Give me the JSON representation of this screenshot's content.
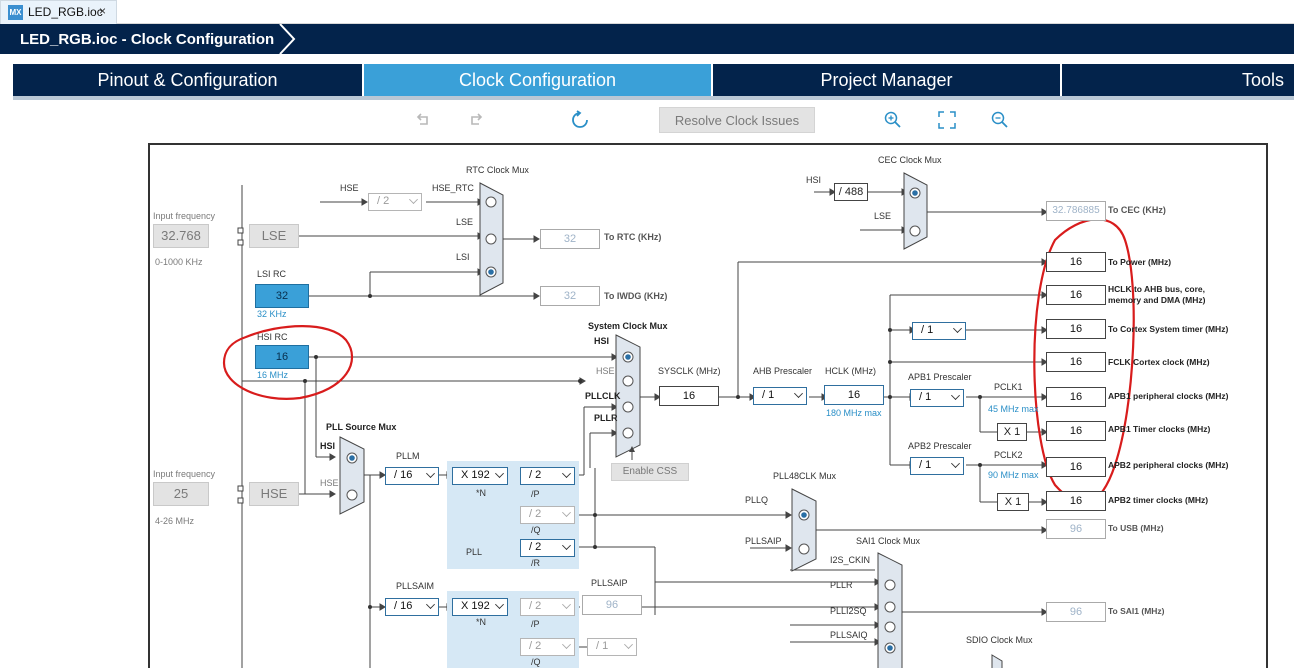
{
  "file_tab": {
    "logo": "MX",
    "label": "LED_RGB.ioc",
    "close": "×"
  },
  "title_bar": {
    "title": "LED_RGB.ioc - Clock Configuration"
  },
  "nav_tabs": [
    "Pinout & Configuration",
    "Clock Configuration",
    "Project Manager",
    "Tools"
  ],
  "toolbar": {
    "undo": "undo-icon",
    "redo": "redo-icon",
    "refresh": "refresh-icon",
    "resolve": "Resolve Clock Issues",
    "zoom_in": "zoom-in-icon",
    "fit": "fit-icon",
    "zoom_out": "zoom-out-icon"
  },
  "colors": {
    "nav_bg": "#03234b",
    "active_tab": "#3aa0d8",
    "annotation": "#d81c1c",
    "pll_bg": "#d6e8f5"
  },
  "diagram": {
    "lse": {
      "freq_label": "Input frequency",
      "freq": "32.768",
      "range": "0-1000 KHz",
      "name": "LSE"
    },
    "lsi": {
      "name": "LSI RC",
      "value": "32",
      "unit": "32 KHz"
    },
    "hsi": {
      "name": "HSI RC",
      "value": "16",
      "unit": "16 MHz"
    },
    "hse": {
      "freq_label": "Input frequency",
      "freq": "25",
      "range": "4-26 MHz",
      "name": "HSE"
    },
    "rtc_mux": {
      "title": "RTC Clock Mux",
      "in_hse": "HSE",
      "div": "/ 2",
      "in_hse_rtc": "HSE_RTC",
      "in_lse": "LSE",
      "in_lsi": "LSI",
      "rtc_value": "32",
      "rtc_label": "To RTC (KHz)",
      "iwdg_value": "32",
      "iwdg_label": "To IWDG (KHz)"
    },
    "cec_mux": {
      "title": "CEC Clock Mux",
      "in_hsi": "HSI",
      "div": "/ 488",
      "in_lse": "LSE",
      "value": "32.786885",
      "label": "To CEC (KHz)"
    },
    "sysclk_mux": {
      "title": "System Clock Mux",
      "in_hsi": "HSI",
      "in_hse": "HSE",
      "in_pllclk": "PLLCLK",
      "in_pllr": "PLLR",
      "enable_css": "Enable CSS"
    },
    "sysclk": {
      "label": "SYSCLK (MHz)",
      "value": "16"
    },
    "ahb": {
      "label": "AHB Prescaler",
      "value": "/ 1"
    },
    "hclk": {
      "label": "HCLK (MHz)",
      "value": "16",
      "max": "180 MHz max"
    },
    "apb1": {
      "label": "APB1 Prescaler",
      "value": "/ 1",
      "pclk": "PCLK1",
      "max": "45 MHz max",
      "mult": "X 1"
    },
    "apb2": {
      "label": "APB2 Prescaler",
      "value": "/ 1",
      "pclk": "PCLK2",
      "max": "90 MHz max",
      "mult": "X 1"
    },
    "cortex_div": "/ 1",
    "outputs": [
      {
        "value": "16",
        "label": "To Power (MHz)"
      },
      {
        "value": "16",
        "label": "HCLK to AHB bus, core,",
        "label2": "memory and DMA (MHz)"
      },
      {
        "value": "16",
        "label": "To Cortex System timer (MHz)"
      },
      {
        "value": "16",
        "label": "FCLK Cortex clock (MHz)"
      },
      {
        "value": "16",
        "label": "APB1 peripheral clocks (MHz)"
      },
      {
        "value": "16",
        "label": "APB1 Timer clocks (MHz)"
      },
      {
        "value": "16",
        "label": "APB2 peripheral clocks (MHz)"
      },
      {
        "value": "16",
        "label": "APB2 timer clocks (MHz)"
      }
    ],
    "usb": {
      "value": "96",
      "label": "To USB (MHz)"
    },
    "pll_src_mux": {
      "title": "PLL Source Mux",
      "in_hsi": "HSI",
      "in_hse": "HSE"
    },
    "pll": {
      "m_label": "PLLM",
      "m": "/ 16",
      "n": "X 192",
      "n_sub": "*N",
      "p": "/ 2",
      "p_sub": "/P",
      "q": "/ 2",
      "q_sub": "/Q",
      "r": "/ 2",
      "r_sub": "/R",
      "name": "PLL"
    },
    "pll48_mux": {
      "title": "PLL48CLK Mux",
      "in_pllq": "PLLQ",
      "in_pllsaip": "PLLSAIP"
    },
    "sai1_mux": {
      "title": "SAI1 Clock Mux",
      "in1": "I2S_CKIN",
      "in2": "PLLR",
      "in3": "PLLI2SQ",
      "in4": "PLLSAIQ",
      "value": "96",
      "label": "To SAI1 (MHz)"
    },
    "pllsai": {
      "m_label": "PLLSAIM",
      "m": "/ 16",
      "n": "X 192",
      "n_sub": "*N",
      "p": "/ 2",
      "p_sub": "/P",
      "q": "/ 2",
      "q_sub": "/Q",
      "div": "/ 1",
      "p_label": "PLLSAIP",
      "p_value": "96"
    },
    "sdio_mux": {
      "title": "SDIO Clock Mux"
    }
  }
}
